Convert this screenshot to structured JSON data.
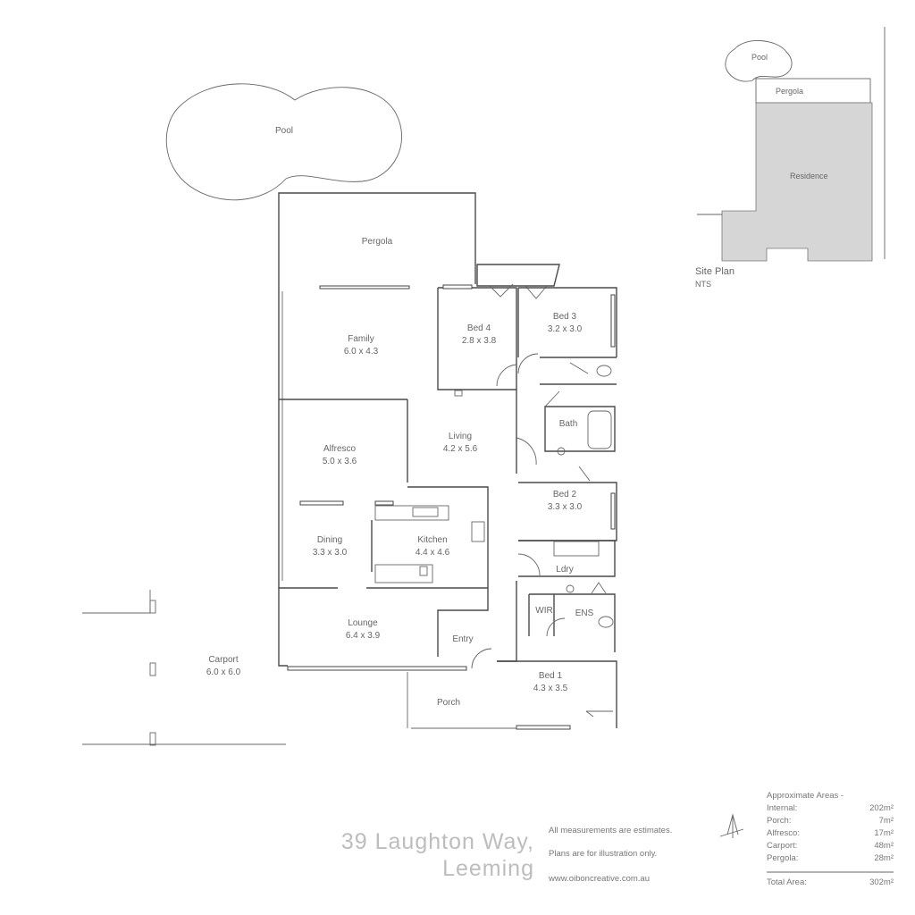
{
  "rooms": {
    "pool": {
      "name": "Pool"
    },
    "pergola": {
      "name": "Pergola"
    },
    "family": {
      "name": "Family",
      "size": "6.0 x 4.3"
    },
    "bed4": {
      "name": "Bed 4",
      "size": "2.8 x 3.8"
    },
    "bed3": {
      "name": "Bed 3",
      "size": "3.2 x 3.0"
    },
    "alfresco": {
      "name": "Alfresco",
      "size": "5.0 x 3.6"
    },
    "living": {
      "name": "Living",
      "size": "4.2 x 5.6"
    },
    "bath": {
      "name": "Bath"
    },
    "bed2": {
      "name": "Bed 2",
      "size": "3.3 x 3.0"
    },
    "dining": {
      "name": "Dining",
      "size": "3.3 x 3.0"
    },
    "kitchen": {
      "name": "Kitchen",
      "size": "4.4 x 4.6"
    },
    "ldry": {
      "name": "Ldry"
    },
    "wir": {
      "name": "WIR"
    },
    "ens": {
      "name": "ENS"
    },
    "lounge": {
      "name": "Lounge",
      "size": "6.4 x 3.9"
    },
    "entry": {
      "name": "Entry"
    },
    "carport": {
      "name": "Carport",
      "size": "6.0 x 6.0"
    },
    "bed1": {
      "name": "Bed 1",
      "size": "4.3 x 3.5"
    },
    "porch": {
      "name": "Porch"
    }
  },
  "site_plan": {
    "title": "Site Plan",
    "scale": "NTS",
    "pool": "Pool",
    "pergola": "Pergola",
    "residence": "Residence"
  },
  "address": {
    "line1": "39 Laughton Way,",
    "line2": "Leeming"
  },
  "notes": {
    "measurements": "All measurements are estimates.",
    "illustration": "Plans are for illustration only.",
    "website": "www.oiboncreative.com.au"
  },
  "areas": {
    "title": "Approximate Areas -",
    "rows": [
      {
        "label": "Internal:",
        "value": "202m²"
      },
      {
        "label": "Porch:",
        "value": "7m²"
      },
      {
        "label": "Alfresco:",
        "value": "17m²"
      },
      {
        "label": "Carport:",
        "value": "48m²"
      },
      {
        "label": "Pergola:",
        "value": "28m²"
      }
    ],
    "total_label": "Total Area:",
    "total_value": "302m²"
  },
  "colors": {
    "residence_fill": "#d6d6d6",
    "walls": "#4a4a4a"
  }
}
